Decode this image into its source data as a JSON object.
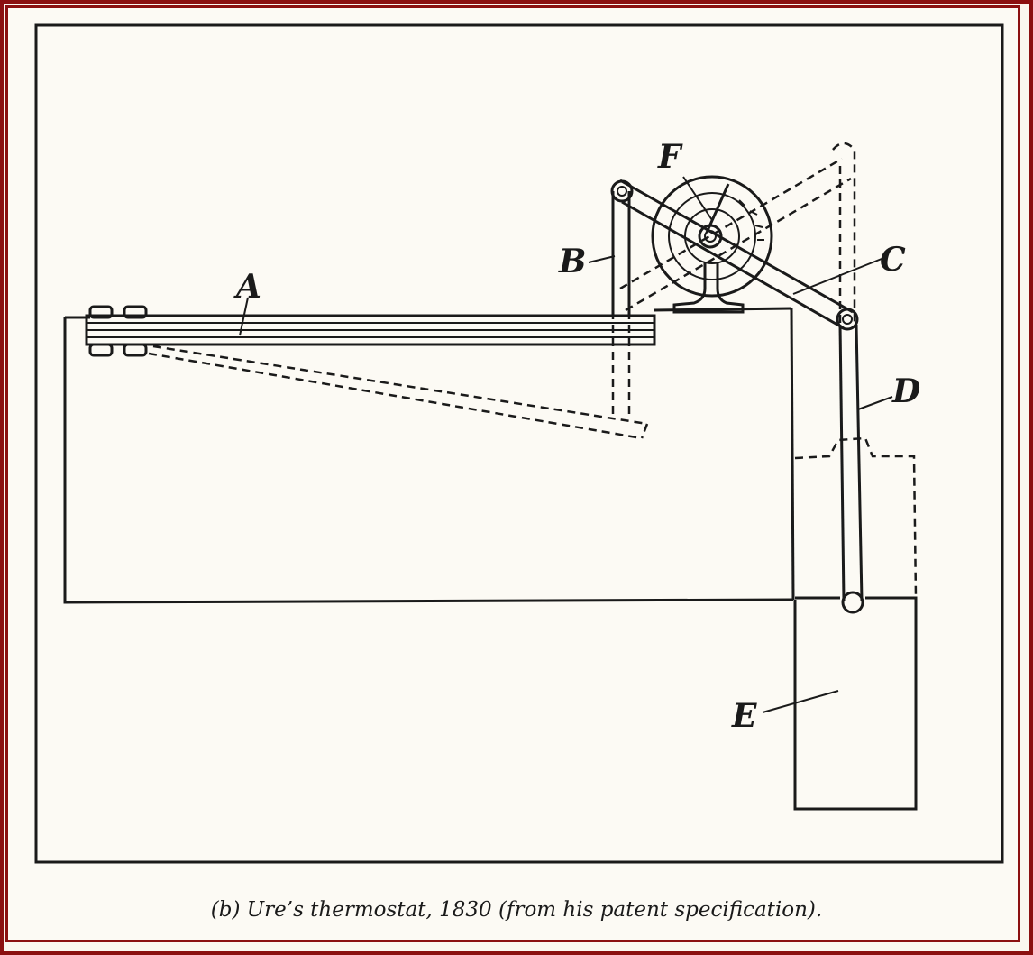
{
  "diagram": {
    "labels": {
      "a": "A",
      "b": "B",
      "c": "C",
      "d": "D",
      "e": "E",
      "f": "F"
    },
    "caption": "(b) Ure’s thermostat, 1830 (from his patent specification).",
    "colors": {
      "frame": "#8b1010",
      "ink": "#1a1a1a",
      "paper": "#fcfaf4"
    }
  }
}
